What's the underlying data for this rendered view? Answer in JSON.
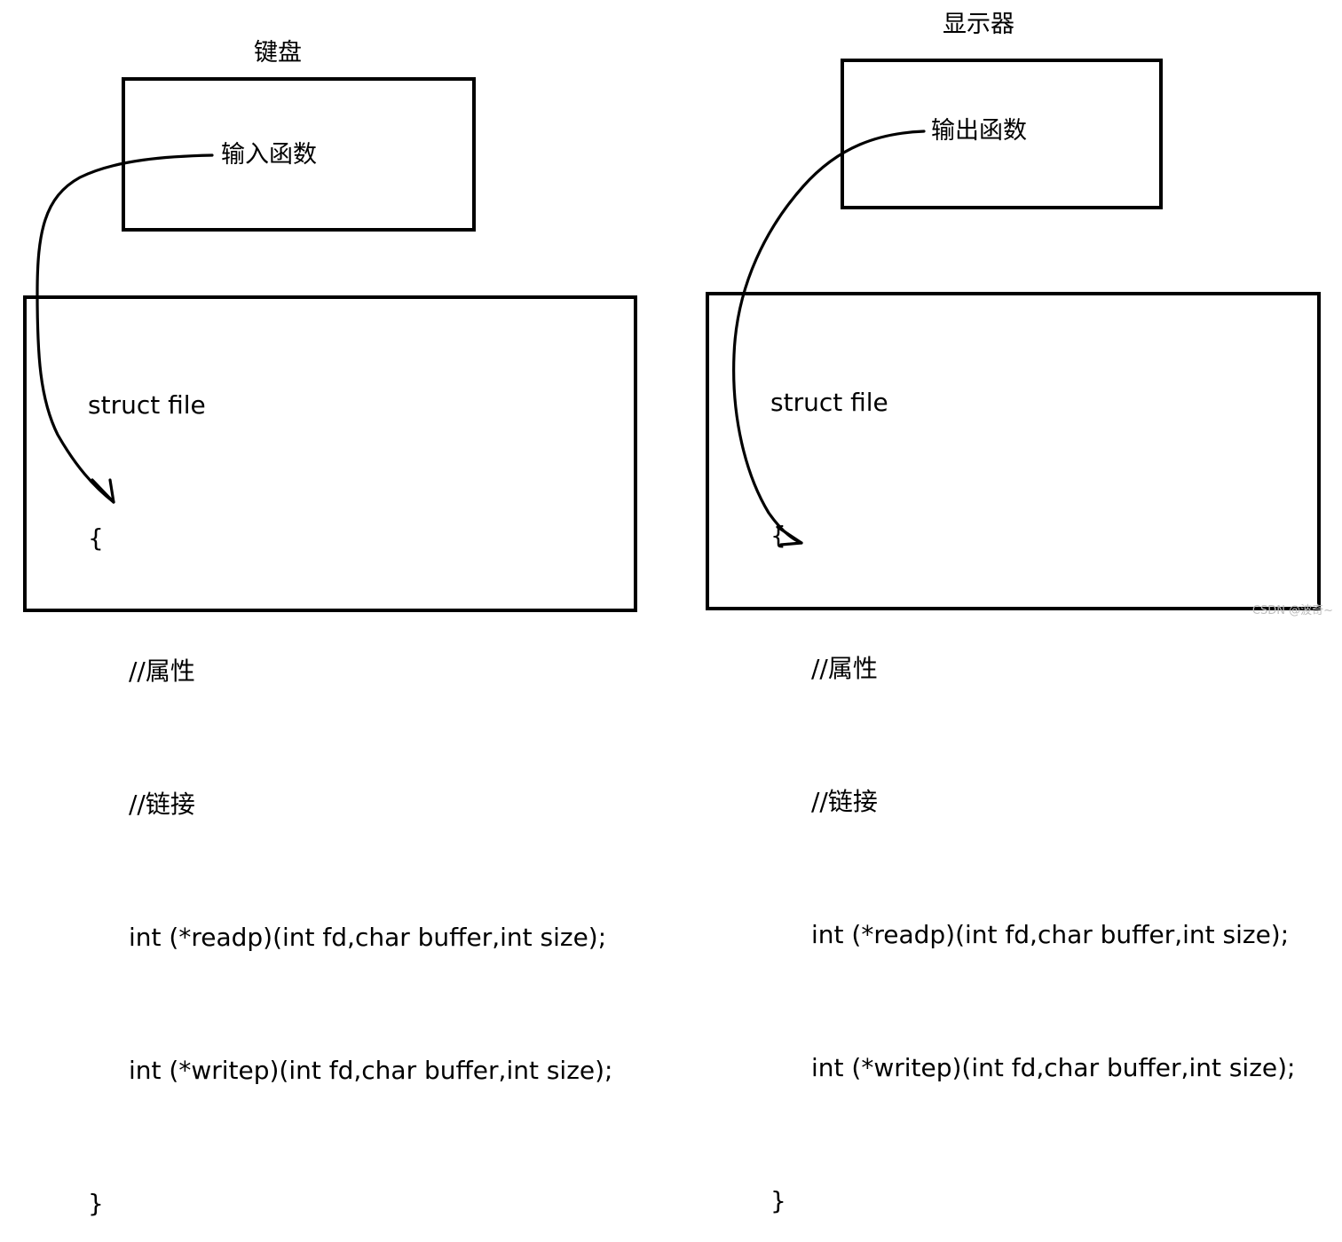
{
  "left": {
    "device_title": "键盘",
    "function_label": "输入函数",
    "code_lines": [
      "struct file",
      "{",
      "//属性",
      "//链接",
      "int (*readp)(int fd,char buffer,int size);",
      "int (*writep)(int fd,char buffer,int size);",
      "}"
    ]
  },
  "right": {
    "device_title": "显示器",
    "function_label": "输出函数",
    "code_lines": [
      "struct file",
      "{",
      "//属性",
      "//链接",
      "int (*readp)(int fd,char buffer,int size);",
      "int (*writep)(int fd,char buffer,int size);",
      "}"
    ]
  },
  "watermark": "CSDN @波奇~",
  "colors": {
    "ink": "#000000",
    "background": "#ffffff",
    "watermark": "#bdbdbd"
  }
}
